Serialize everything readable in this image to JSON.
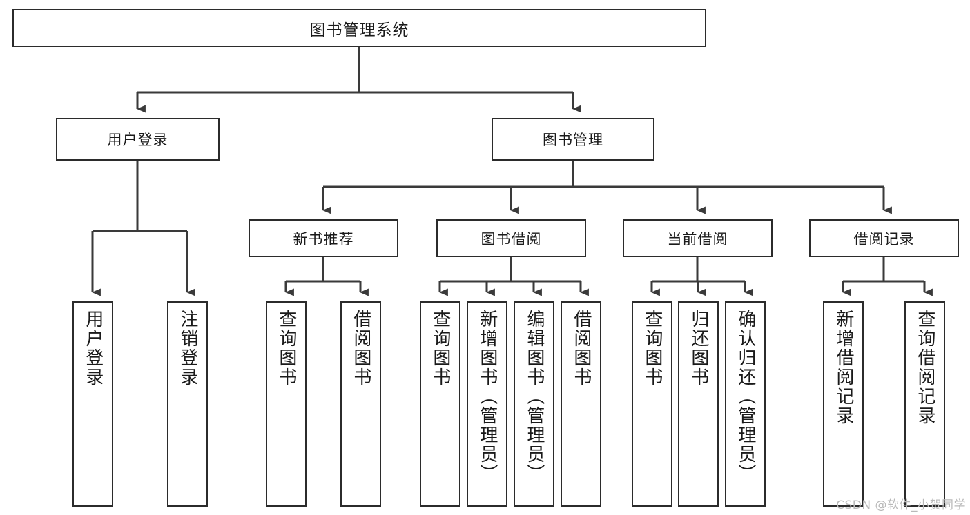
{
  "diagram": {
    "type": "hierarchy-tree",
    "title": "图书管理系统",
    "watermark": "CSDN @软件_小贺同学",
    "colors": {
      "box_border": "#2b2b2b",
      "box_fill": "#ffffff",
      "connector": "#3a3a3a",
      "text": "#1a1a1a",
      "watermark": "#b9b9b9",
      "background": "#ffffff"
    },
    "root": {
      "label": "图书管理系统"
    },
    "level2": [
      {
        "label": "用户登录"
      },
      {
        "label": "图书管理"
      }
    ],
    "level3": [
      {
        "label": "新书推荐"
      },
      {
        "label": "图书借阅"
      },
      {
        "label": "当前借阅"
      },
      {
        "label": "借阅记录"
      }
    ],
    "leaves": {
      "user_login": [
        {
          "label": "用户登录"
        },
        {
          "label": "注销登录"
        }
      ],
      "new_book_recommend": [
        {
          "label": "查询图书"
        },
        {
          "label": "借阅图书"
        }
      ],
      "book_borrow": [
        {
          "label": "查询图书"
        },
        {
          "label": "新增图书（管理员）"
        },
        {
          "label": "编辑图书（管理员）"
        },
        {
          "label": "借阅图书"
        }
      ],
      "current_borrow": [
        {
          "label": "查询图书"
        },
        {
          "label": "归还图书"
        },
        {
          "label": "确认归还（管理员）"
        }
      ],
      "borrow_record": [
        {
          "label": "新增借阅记录"
        },
        {
          "label": "查询借阅记录"
        }
      ]
    }
  }
}
